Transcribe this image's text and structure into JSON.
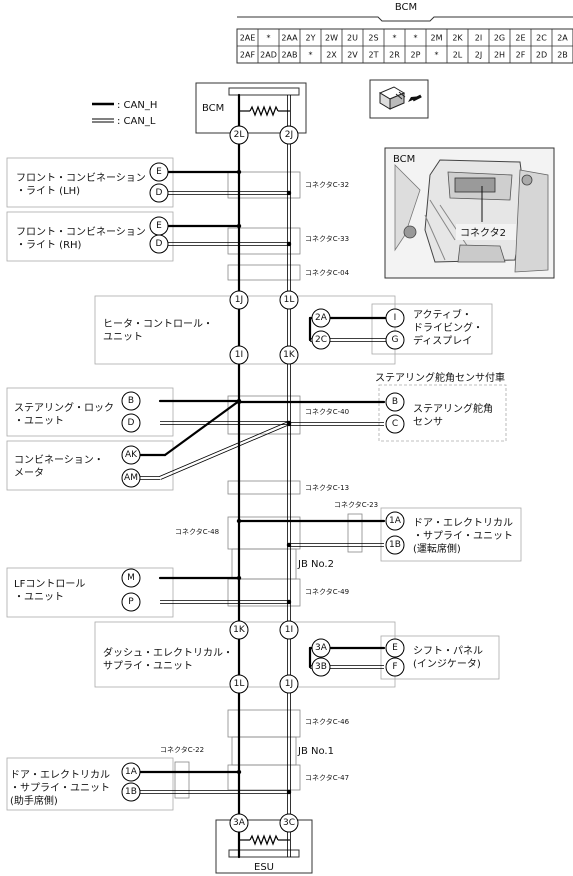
{
  "bcm_connector": {
    "title": "BCM",
    "row1": [
      "2AE",
      "*",
      "2AA",
      "2Y",
      "2W",
      "2U",
      "2S",
      "*",
      "*",
      "2M",
      "2K",
      "2I",
      "2G",
      "2E",
      "2C",
      "2A"
    ],
    "row2": [
      "2AF",
      "2AD",
      "2AB",
      "*",
      "2X",
      "2V",
      "2T",
      "2R",
      "2P",
      "*",
      "2L",
      "2J",
      "2H",
      "2F",
      "2D",
      "2B"
    ]
  },
  "legend": {
    "can_h": ": CAN_H",
    "can_l": ": CAN_L"
  },
  "photo": {
    "title": "BCM",
    "connector_label": "コネクタ2"
  },
  "bcm": {
    "title": "BCM",
    "pin_h": "2L",
    "pin_l": "2J"
  },
  "esu": {
    "title": "ESU",
    "pin_h": "3A",
    "pin_l": "3C"
  },
  "connectors": {
    "c32": "コネクタC-32",
    "c33": "コネクタC-33",
    "c04": "コネクタC-04",
    "c40": "コネクタC-40",
    "c13": "コネクタC-13",
    "c23": "コネクタC-23",
    "c48": "コネクタC-48",
    "c49": "コネクタC-49",
    "c46": "コネクタC-46",
    "c47": "コネクタC-47",
    "c22": "コネクタC-22"
  },
  "jb2": "JB No.2",
  "jb1": "JB No.1",
  "steer_note": "ステアリング舵角センサ付車",
  "units": {
    "flc_lh": {
      "line1": "フロント・コンビネーション",
      "line2": "・ライト (LH)",
      "pin_h": "E",
      "pin_l": "D"
    },
    "flc_rh": {
      "line1": "フロント・コンビネーション",
      "line2": "・ライト (RH)",
      "pin_h": "E",
      "pin_l": "D"
    },
    "heater": {
      "line1": "ヒータ・コントロール・",
      "line2": "ユニット",
      "pin_top_h": "1J",
      "pin_top_l": "1L",
      "pin_bot_h": "1I",
      "pin_bot_l": "1K",
      "pin_r1": "2A",
      "pin_r2": "2C"
    },
    "adisp": {
      "line1": "アクティブ・",
      "line2": "ドライビング・",
      "line3": "ディスプレイ",
      "pin_1": "I",
      "pin_2": "G"
    },
    "steer_lock": {
      "line1": "ステアリング・ロック",
      "line2": "・ユニット",
      "pin_h": "B",
      "pin_l": "D"
    },
    "steer_sensor": {
      "line1": "ステアリング舵角",
      "line2": "センサ",
      "pin_h": "B",
      "pin_l": "C"
    },
    "meter": {
      "line1": "コンビネーション・",
      "line2": "メータ",
      "pin_h": "AK",
      "pin_l": "AM"
    },
    "door_drv": {
      "line1": "ドア・エレクトリカル",
      "line2": "・サプライ・ユニット",
      "line3": "(運転席側)",
      "pin_h": "1A",
      "pin_l": "1B"
    },
    "lf": {
      "line1": "LFコントロール",
      "line2": "・ユニット",
      "pin_h": "M",
      "pin_l": "P"
    },
    "desu": {
      "line1": "ダッシュ・エレクトリカル・",
      "line2": "サプライ・ユニット",
      "pin_top_h": "1K",
      "pin_top_l": "1I",
      "pin_bot_h": "1L",
      "pin_bot_l": "1J",
      "pin_r1": "3A",
      "pin_r2": "3B"
    },
    "shift": {
      "line1": "シフト・パネル",
      "line2": "(インジケータ)",
      "pin_1": "E",
      "pin_2": "F"
    },
    "door_pass": {
      "line1": "ドア・エレクトリカル",
      "line2": "・サプライ・ユニット",
      "line3": "(助手席側)",
      "pin_h": "1A",
      "pin_l": "1B"
    }
  }
}
